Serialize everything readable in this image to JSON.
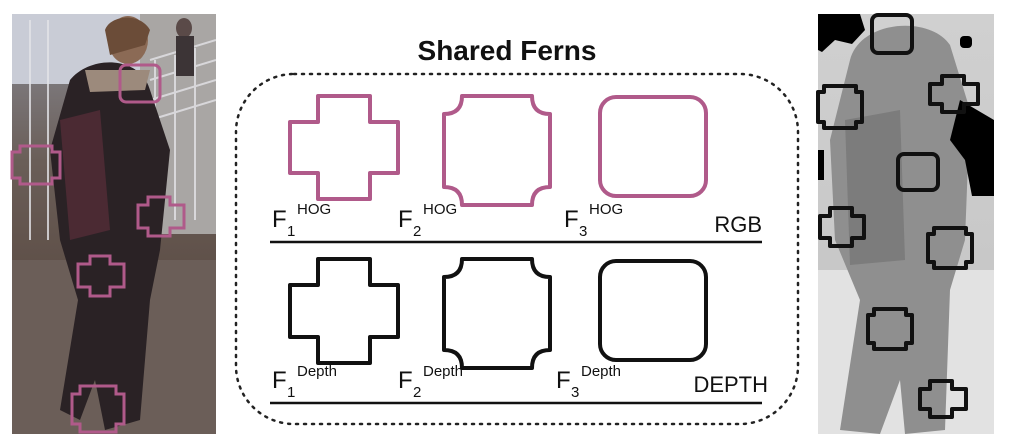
{
  "title": "Shared Ferns",
  "rgb": {
    "row_label": "RGB",
    "ferns": [
      {
        "base": "F",
        "sub": "1",
        "sup": "HOG"
      },
      {
        "base": "F",
        "sub": "2",
        "sup": "HOG"
      },
      {
        "base": "F",
        "sub": "3",
        "sup": "HOG"
      }
    ]
  },
  "depth": {
    "row_label": "DEPTH",
    "ferns": [
      {
        "base": "F",
        "sub": "1",
        "sup": "Depth"
      },
      {
        "base": "F",
        "sub": "2",
        "sup": "Depth"
      },
      {
        "base": "F",
        "sub": "3",
        "sup": "Depth"
      }
    ]
  },
  "colors": {
    "hog": "#b05a8a",
    "depth": "#111111"
  }
}
